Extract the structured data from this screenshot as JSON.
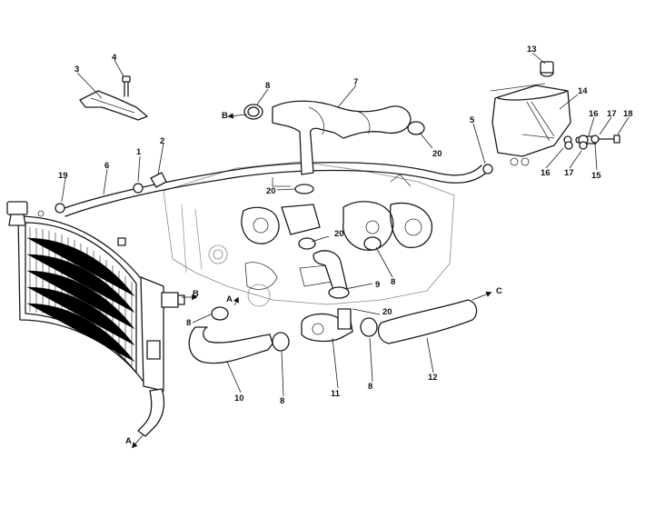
{
  "diagram": {
    "callouts": {
      "p1": "1",
      "p2": "2",
      "p3": "3",
      "p4": "4",
      "p5": "5",
      "p6": "6",
      "p7": "7",
      "p8a": "8",
      "p8b": "8",
      "p8c": "8",
      "p8d": "8",
      "p8e": "8",
      "p9": "9",
      "p10": "10",
      "p11": "11",
      "p12": "12",
      "p13": "13",
      "p14": "14",
      "p15": "15",
      "p16a": "16",
      "p16b": "16",
      "p17a": "17",
      "p17b": "17",
      "p18": "18",
      "p19": "19",
      "p20a": "20",
      "p20b": "20",
      "p20c": "20",
      "p20d": "20"
    },
    "flow_markers": {
      "a_bottom": "A",
      "a_center": "A",
      "b_top": "B",
      "b_mid": "B",
      "c_right": "C"
    }
  }
}
